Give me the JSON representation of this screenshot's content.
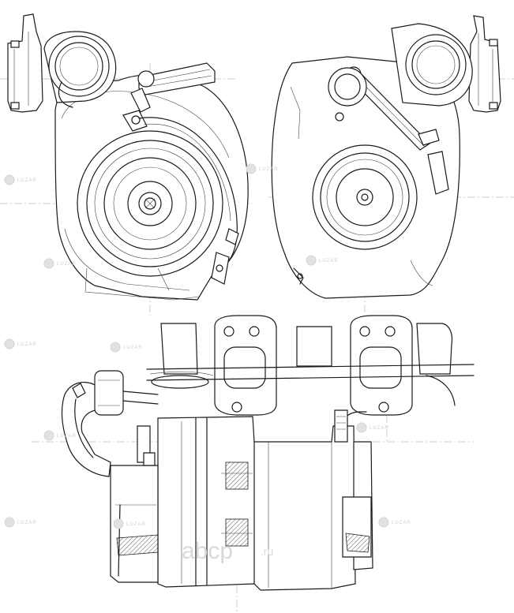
{
  "watermark": {
    "brand_text": "LUZAR",
    "site_logo": "abcp",
    "site_suffix": ".ru",
    "color": "#d9d9d9"
  },
  "views": {
    "front": "turbocharger-front-view",
    "rear": "turbocharger-rear-view",
    "side": "turbocharger-side-view"
  },
  "line_color": "#1a1a1a"
}
